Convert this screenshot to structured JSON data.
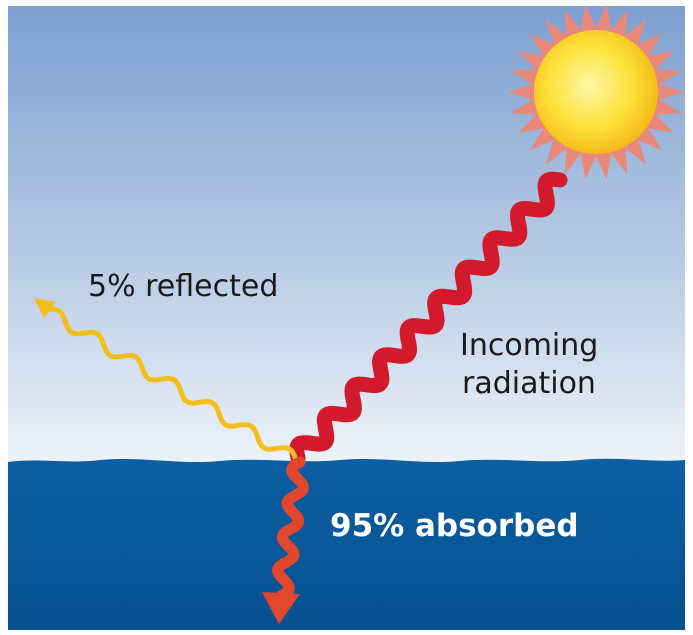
{
  "labels": {
    "reflected": "5% reflected",
    "incoming_line1": "Incoming",
    "incoming_line2": "radiation",
    "absorbed": "95% absorbed"
  },
  "colors": {
    "sky_top": "#7d9fd0",
    "sky_bottom": "#e8f0f7",
    "water": "#0a5a9c",
    "incoming_ray": "#d21a2c",
    "reflected_ray": "#f3be1c",
    "absorbed_ray": "#e2462c",
    "sun_core": "#fde23a",
    "sun_rays": "#e88a7a"
  },
  "icons": {
    "sun": "sun-icon"
  }
}
